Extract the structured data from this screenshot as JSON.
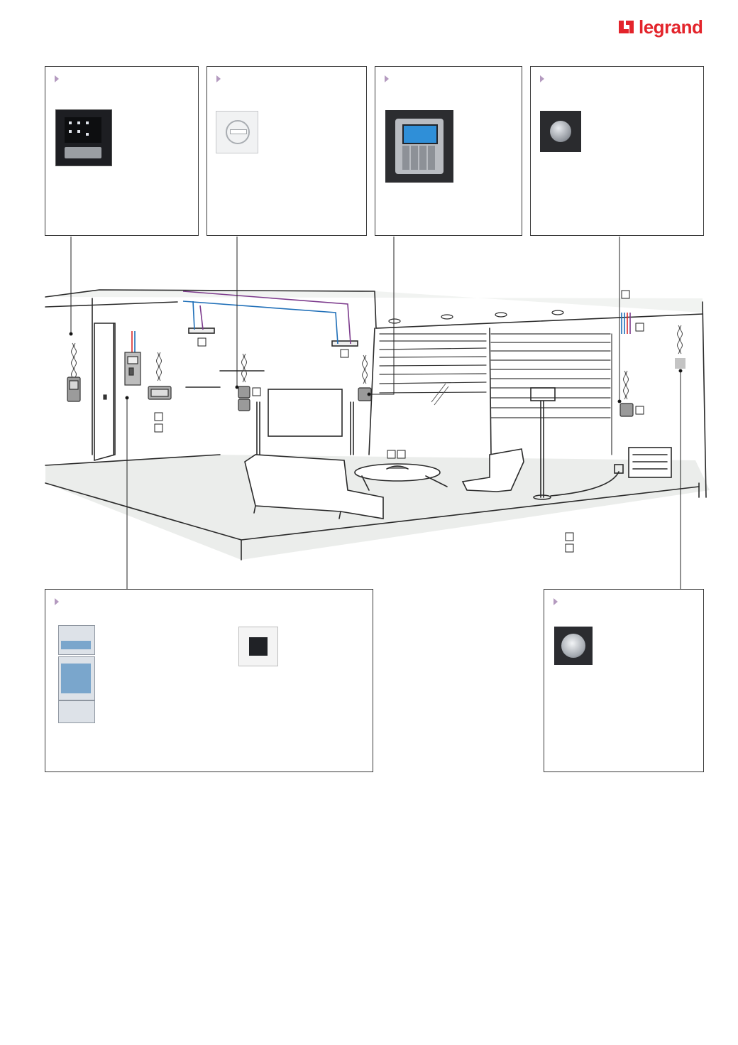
{
  "brand": {
    "logo_text": "legrand",
    "color": "#e3242b"
  },
  "colors": {
    "panel_border": "#3a3a3a",
    "marker": "#b49abf",
    "wire_purple": "#7c3a8c",
    "wire_blue": "#1f6fb8",
    "wire_red": "#d92b2b",
    "floor": "#ebedeb"
  },
  "panels": {
    "top_1": {
      "product": "touch-screen-control-panel"
    },
    "top_2": {
      "product": "keycard-switch"
    },
    "top_3": {
      "product": "alarm-keypad"
    },
    "top_4": {
      "product": "round-sensor"
    },
    "bottom_left": {
      "products": [
        "din-rail-module",
        "mini-touch-panel"
      ]
    },
    "bottom_right": {
      "product": "ceiling-sensor"
    }
  },
  "scene": {
    "description_icons": [
      "room-sketch-icon",
      "sofa-icon",
      "armchair-icon",
      "floor-lamp-icon",
      "radiator-icon"
    ]
  }
}
